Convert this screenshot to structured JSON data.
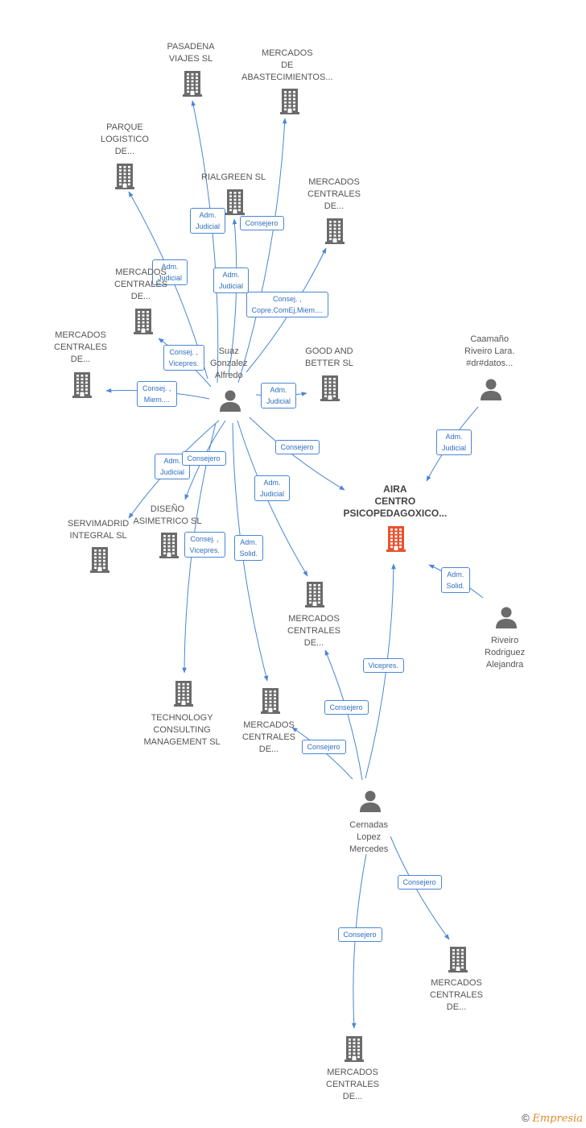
{
  "colors": {
    "edge": "#4a86d4",
    "building": "#6b6b6b",
    "building_focus": "#e8522d",
    "person": "#6b6b6b"
  },
  "nodes": [
    {
      "id": "pasadena",
      "type": "company",
      "label": "PASADENA\nVIAJES SL"
    },
    {
      "id": "mercados_abast",
      "type": "company",
      "label": "MERCADOS\nDE\nABASTECIMIENTOS..."
    },
    {
      "id": "parque",
      "type": "company",
      "label": "PARQUE\nLOGISTICO\nDE..."
    },
    {
      "id": "rialgreen",
      "type": "company",
      "label": "RIALGREEN SL"
    },
    {
      "id": "mercados_cent_1",
      "type": "company",
      "label": "MERCADOS\nCENTRALES\nDE..."
    },
    {
      "id": "mercados_cent_2",
      "type": "company",
      "label": "MERCADOS\nCENTRALES\nDE..."
    },
    {
      "id": "mercados_cent_3",
      "type": "company",
      "label": "MERCADOS\nCENTRALES\nDE..."
    },
    {
      "id": "good_better",
      "type": "company",
      "label": "GOOD AND\nBETTER SL"
    },
    {
      "id": "caamano",
      "type": "person",
      "label": "Caamaño\nRiveiro Lara.\n#dr#datos..."
    },
    {
      "id": "suaz",
      "type": "person",
      "label": "Suaz\nGonzalez\nAlfredo"
    },
    {
      "id": "aira",
      "type": "focus",
      "label": "AIRA\nCENTRO\nPSICOPEDAGOXICO..."
    },
    {
      "id": "servimadrid",
      "type": "company",
      "label": "SERVIMADRID\nINTEGRAL SL"
    },
    {
      "id": "diseno",
      "type": "company",
      "label": "DISEÑO\nASIMETRICO SL"
    },
    {
      "id": "mercados_cent_4",
      "type": "company",
      "label": "MERCADOS\nCENTRALES\nDE..."
    },
    {
      "id": "riveiro",
      "type": "person",
      "label": "Riveiro\nRodriguez\nAlejandra"
    },
    {
      "id": "technology",
      "type": "company",
      "label": "TECHNOLOGY\nCONSULTING\nMANAGEMENT SL"
    },
    {
      "id": "mercados_cent_5",
      "type": "company",
      "label": "MERCADOS\nCENTRALES\nDE..."
    },
    {
      "id": "cernadas",
      "type": "person",
      "label": "Cernadas\nLopez\nMercedes"
    },
    {
      "id": "mercados_cent_6",
      "type": "company",
      "label": "MERCADOS\nCENTRALES\nDE..."
    },
    {
      "id": "mercados_cent_7",
      "type": "company",
      "label": "MERCADOS\nCENTRALES\nDE..."
    }
  ],
  "edges": [
    {
      "from": "suaz",
      "to": "pasadena",
      "label": "Adm.\nJudicial"
    },
    {
      "from": "suaz",
      "to": "mercados_abast",
      "label": "Consejero"
    },
    {
      "from": "suaz",
      "to": "parque",
      "label": "Adm.\nJudicial"
    },
    {
      "from": "suaz",
      "to": "rialgreen",
      "label": "Adm.\nJudicial"
    },
    {
      "from": "suaz",
      "to": "mercados_cent_1",
      "label": "Consej. ,\nCopre.ComEj,Miem...."
    },
    {
      "from": "suaz",
      "to": "mercados_cent_2",
      "label": "Consej. ,\nVicepres."
    },
    {
      "from": "suaz",
      "to": "mercados_cent_3",
      "label": "Consej. ,\nMiem...."
    },
    {
      "from": "suaz",
      "to": "good_better",
      "label": "Adm.\nJudicial"
    },
    {
      "from": "suaz",
      "to": "aira",
      "label": "Consejero"
    },
    {
      "from": "suaz",
      "to": "servimadrid",
      "label": "Adm.\nJudicial"
    },
    {
      "from": "suaz",
      "to": "diseno",
      "label": "Adm.\nJudicial"
    },
    {
      "from": "suaz",
      "to": "mercados_cent_4",
      "label": "Consejero"
    },
    {
      "from": "suaz",
      "to": "technology",
      "label": "Adm.\nJudicial"
    },
    {
      "from": "suaz",
      "to": "mercados_cent_5",
      "label": "Consej. ,\nVicepres."
    },
    {
      "from": "caamano",
      "to": "aira",
      "label": "Adm.\nSolid."
    },
    {
      "from": "riveiro",
      "to": "aira",
      "label": "Adm.\nSolid."
    },
    {
      "from": "cernadas",
      "to": "aira",
      "label": "Vicepres."
    },
    {
      "from": "cernadas",
      "to": "mercados_cent_4",
      "label": "Consejero"
    },
    {
      "from": "cernadas",
      "to": "mercados_cent_5",
      "label": "Consejero"
    },
    {
      "from": "cernadas",
      "to": "mercados_cent_6",
      "label": "Consejero"
    },
    {
      "from": "cernadas",
      "to": "mercados_cent_7",
      "label": "Consejero"
    }
  ],
  "footer": {
    "copyright": "©",
    "brand": "Empresia"
  }
}
